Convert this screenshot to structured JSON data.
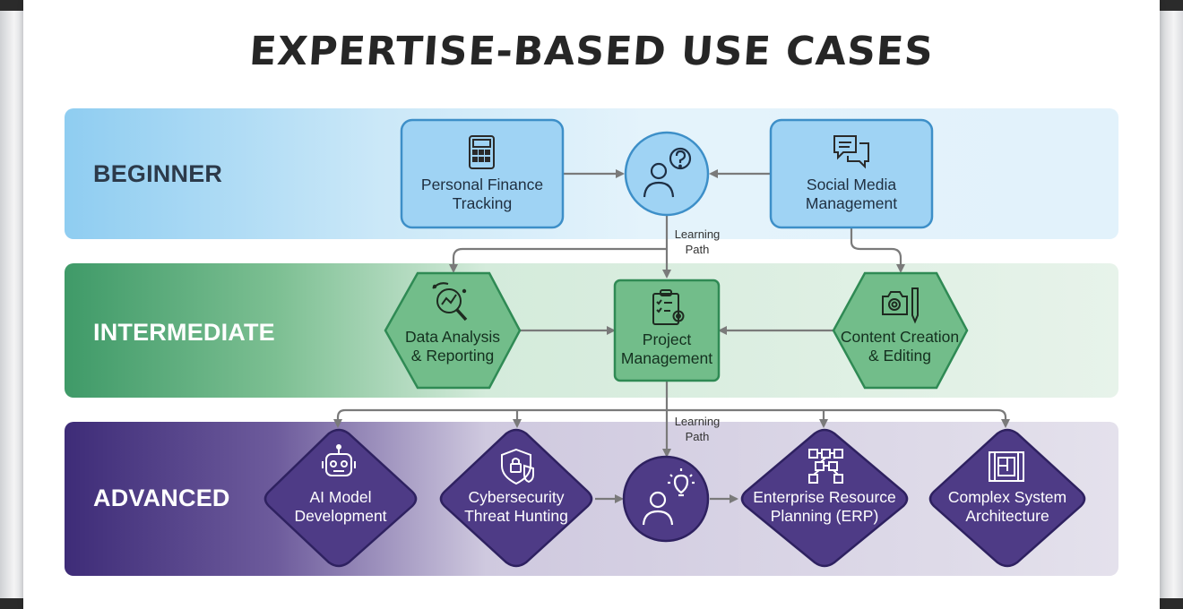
{
  "title": "EXPERTISE-BASED USE CASES",
  "levels": {
    "beginner": "BEGINNER",
    "intermediate": "INTERMEDIATE",
    "advanced": "ADVANCED"
  },
  "nodes": {
    "personal_finance": [
      "Personal Finance",
      "Tracking"
    ],
    "social_media": [
      "Social Media",
      "Management"
    ],
    "data_analysis": [
      "Data Analysis",
      "& Reporting"
    ],
    "project_management": [
      "Project",
      "Management"
    ],
    "content_creation": [
      "Content Creation",
      "& Editing"
    ],
    "ai_model": [
      "AI Model",
      "Development"
    ],
    "cybersecurity": [
      "Cybersecurity",
      "Threat Hunting"
    ],
    "erp": [
      "Enterprise Resource",
      "Planning (ERP)"
    ],
    "complex_system": [
      "Complex System",
      "Architecture"
    ]
  },
  "path_labels": {
    "top": [
      "Learning",
      "Path"
    ],
    "bottom": [
      "Learning",
      "Path"
    ]
  },
  "icons": {
    "personal_finance": "calculator-icon",
    "beginner_hub": "user-question-icon",
    "social_media": "chat-bubbles-icon",
    "data_analysis": "magnifier-chart-icon",
    "project_management": "clipboard-gear-icon",
    "content_creation": "camera-pen-icon",
    "ai_model": "robot-icon",
    "cybersecurity": "shield-lock-icon",
    "advanced_hub": "user-lightbulb-icon",
    "erp": "network-blocks-icon",
    "complex_system": "blueprint-icon"
  },
  "colors": {
    "blue_fill": "#9fd3f4",
    "blue_stroke": "#3d8fc8",
    "green_fill": "#72bd8a",
    "green_stroke": "#2f8a54",
    "purple_fill": "#4e3b86",
    "purple_stroke": "#2e2160",
    "arrow": "#7a7a7a"
  }
}
